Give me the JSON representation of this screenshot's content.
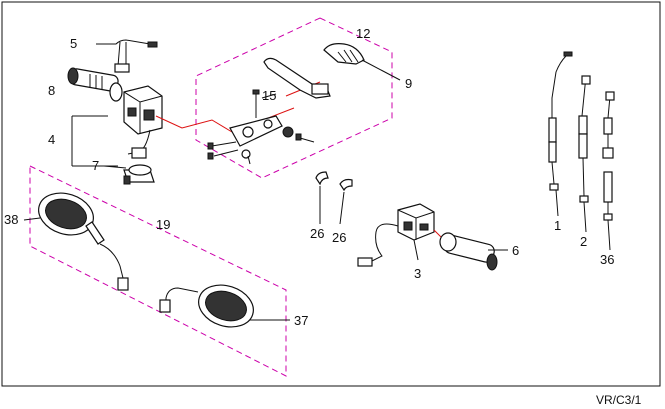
{
  "colors": {
    "group_outline": "#cc00aa",
    "connector": "#dd1111",
    "ink": "#111111"
  },
  "labels": {
    "p1": "1",
    "p2": "2",
    "p3": "3",
    "p4": "4",
    "p5": "5",
    "p6": "6",
    "p7": "7",
    "p8": "8",
    "p9": "9",
    "p12": "12",
    "p15": "15",
    "p19": "19",
    "p26a": "26",
    "p26b": "26",
    "p36": "36",
    "p37": "37",
    "p38": "38"
  },
  "footer": {
    "code": "VR/C3/1"
  }
}
